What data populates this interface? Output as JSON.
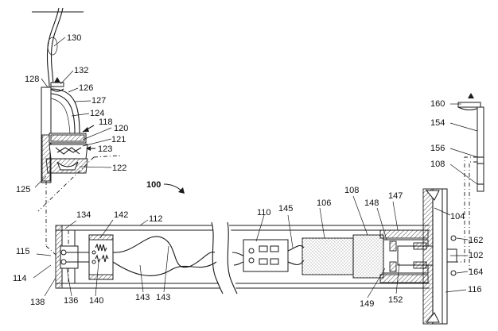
{
  "figure": {
    "main_ref": "100",
    "labels": {
      "l130": "130",
      "l128": "128",
      "l132": "132",
      "l126": "126",
      "l127": "127",
      "l124": "124",
      "l118": "118",
      "l120": "120",
      "l121": "121",
      "l123": "123",
      "l122": "122",
      "l125": "125",
      "l160": "160",
      "l154": "154",
      "l156": "156",
      "l108a": "108",
      "l134": "134",
      "l142": "142",
      "l112": "112",
      "l110": "110",
      "l145": "145",
      "l106": "106",
      "l108b": "108",
      "l148": "148",
      "l147": "147",
      "l104": "104",
      "l162": "162",
      "l102": "102",
      "l164": "164",
      "l116": "116",
      "l115": "115",
      "l114": "114",
      "l138": "138",
      "l136": "136",
      "l140": "140",
      "l143a": "143",
      "l143b": "143",
      "l149": "149",
      "l152": "152"
    }
  }
}
